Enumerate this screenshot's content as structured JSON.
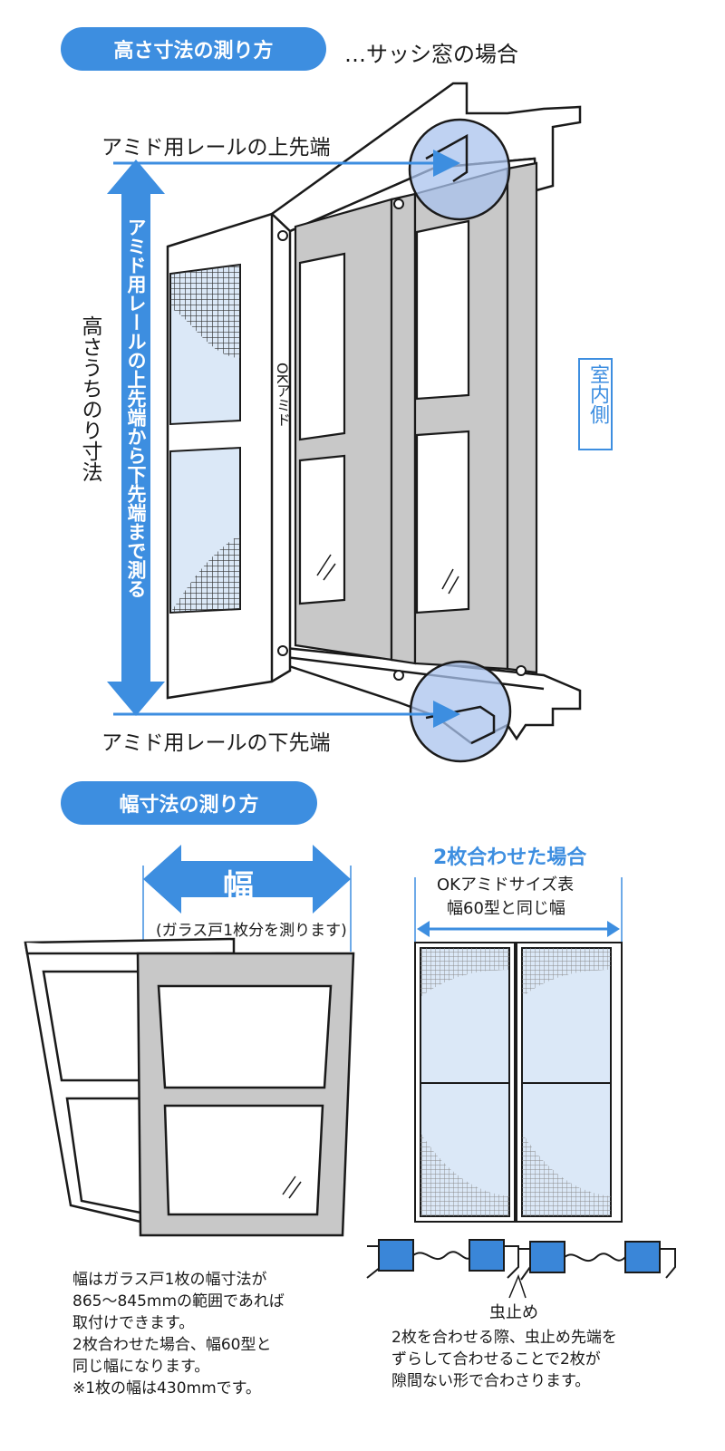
{
  "height_section": {
    "title": "高さ寸法の測り方",
    "subtitle": "…サッシ窓の場合",
    "rail_top_label": "アミド用レールの上先端",
    "rail_bottom_label": "アミド用レールの下先端",
    "inner_height_label": "高さうちのり寸法",
    "measure_instruction": "アミド用レールの上先端から下先端まで測る",
    "product_label": "OKアミド",
    "indoor_label": "室内側"
  },
  "width_section": {
    "title": "幅寸法の測り方",
    "width_label": "幅",
    "width_note": "(ガラス戸1枚分を測ります)",
    "two_panel_title": "2枚合わせた場合",
    "two_panel_note_line1": "OKアミドサイズ表",
    "two_panel_note_line2": "幅60型と同じ幅",
    "insect_stop_label": "虫止め",
    "left_text": [
      "幅はガラス戸1枚の幅寸法が",
      "865～845mmの範囲であれば",
      "取付けできます。",
      "2枚合わせた場合、幅60型と",
      "同じ幅になります。",
      "※1枚の幅は430mmです。"
    ],
    "right_text": [
      "2枚を合わせる際、虫止め先端を",
      "ずらして合わせることで2枚が",
      "隙間ない形で合わさります。"
    ]
  },
  "colors": {
    "accent": "#3d8ee0",
    "pane": "#dbe8f7",
    "panel": "#c8c8c8",
    "circle": "#a9c3ee",
    "box": "#3a86d8"
  }
}
